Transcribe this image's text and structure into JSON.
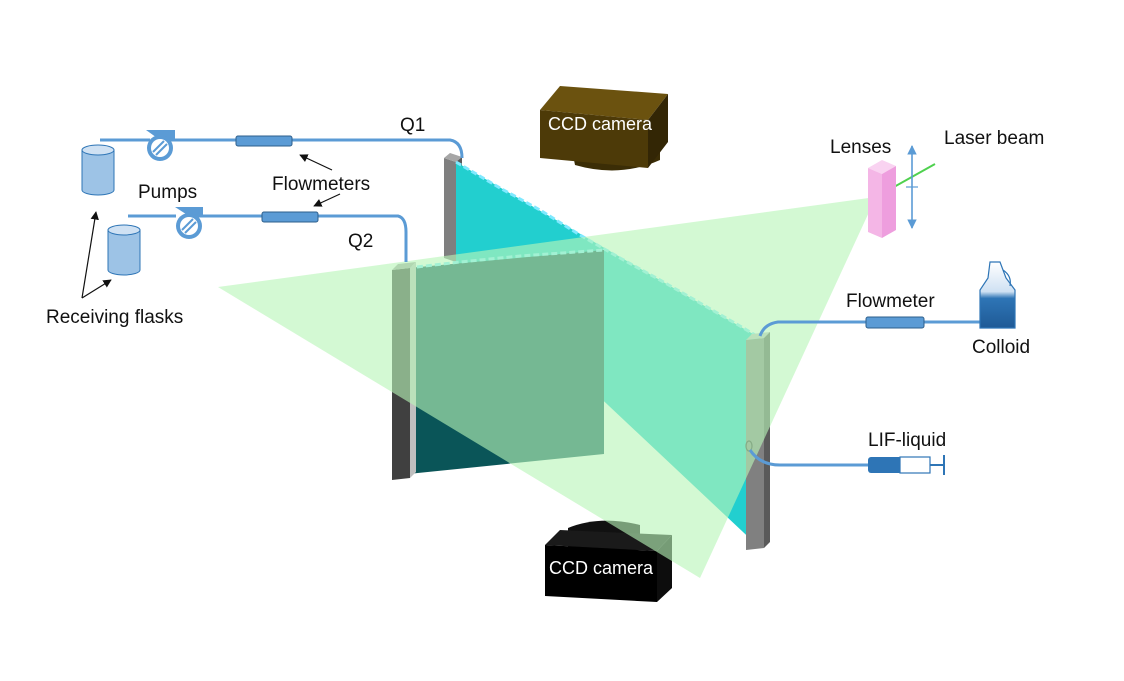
{
  "labels": {
    "ccd_top": "CCD camera",
    "ccd_bottom": "CCD camera",
    "q1": "Q1",
    "q2": "Q2",
    "pumps": "Pumps",
    "flowmeters": "Flowmeters",
    "receiving_flasks": "Receiving flasks",
    "lenses": "Lenses",
    "laser_beam": "Laser beam",
    "flowmeter": "Flowmeter",
    "colloid": "Colloid",
    "lif_liquid": "LIF-liquid"
  },
  "colors": {
    "tube": "#5b9bd5",
    "flask_fill": "#9dc3e6",
    "cyan_wall": "#22cfcf",
    "dark_wall": "#0a5558",
    "laser_sheet": "#b8f5b8",
    "lens_fill": "#f4b6e6",
    "camera_top": "#4d3a08",
    "camera_bottom": "#000000",
    "support": "#808080"
  },
  "icons": [
    "pump-icon",
    "flowmeter-icon",
    "flask-icon",
    "bottle-icon",
    "syringe-icon",
    "camera-icon",
    "lens-icon"
  ]
}
